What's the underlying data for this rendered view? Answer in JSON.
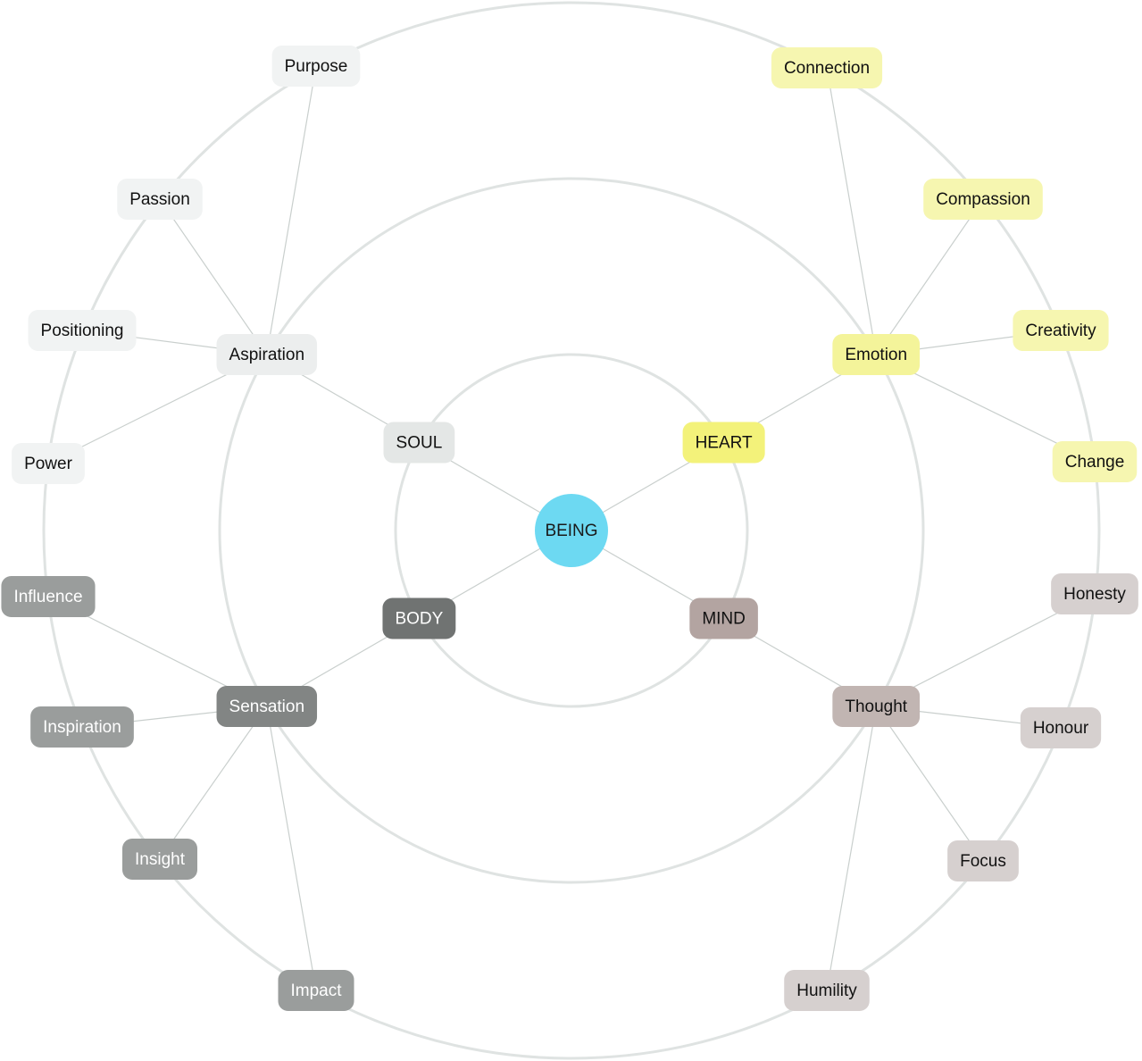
{
  "center": {
    "label": "BEING",
    "color": "#6dd9f2",
    "text": "#1a1a1a"
  },
  "categories": [
    {
      "key": "soul",
      "label": "SOUL",
      "color": "#e4e7e6",
      "text": "#111111",
      "hub": {
        "label": "Aspiration",
        "color": "#eceeee",
        "text": "#111111"
      },
      "leafColor": "#f1f3f3",
      "leafText": "#111111",
      "leaves": [
        "Purpose",
        "Passion",
        "Positioning",
        "Power"
      ]
    },
    {
      "key": "heart",
      "label": "HEART",
      "color": "#f3f27a",
      "text": "#111111",
      "hub": {
        "label": "Emotion",
        "color": "#f4f49a",
        "text": "#111111"
      },
      "leafColor": "#f6f6b0",
      "leafText": "#111111",
      "leaves": [
        "Connection",
        "Compassion",
        "Creativity",
        "Change"
      ]
    },
    {
      "key": "body",
      "label": "BODY",
      "color": "#707372",
      "text": "#ffffff",
      "hub": {
        "label": "Sensation",
        "color": "#828584",
        "text": "#ffffff"
      },
      "leafColor": "#9a9d9c",
      "leafText": "#ffffff",
      "leaves": [
        "Influence",
        "Inspiration",
        "Insight",
        "Impact"
      ]
    },
    {
      "key": "mind",
      "label": "MIND",
      "color": "#b3a4a1",
      "text": "#111111",
      "hub": {
        "label": "Thought",
        "color": "#c1b5b2",
        "text": "#111111"
      },
      "leafColor": "#d6d0cf",
      "leafText": "#111111",
      "leaves": [
        "Honesty",
        "Honour",
        "Focus",
        "Humility"
      ]
    }
  ]
}
